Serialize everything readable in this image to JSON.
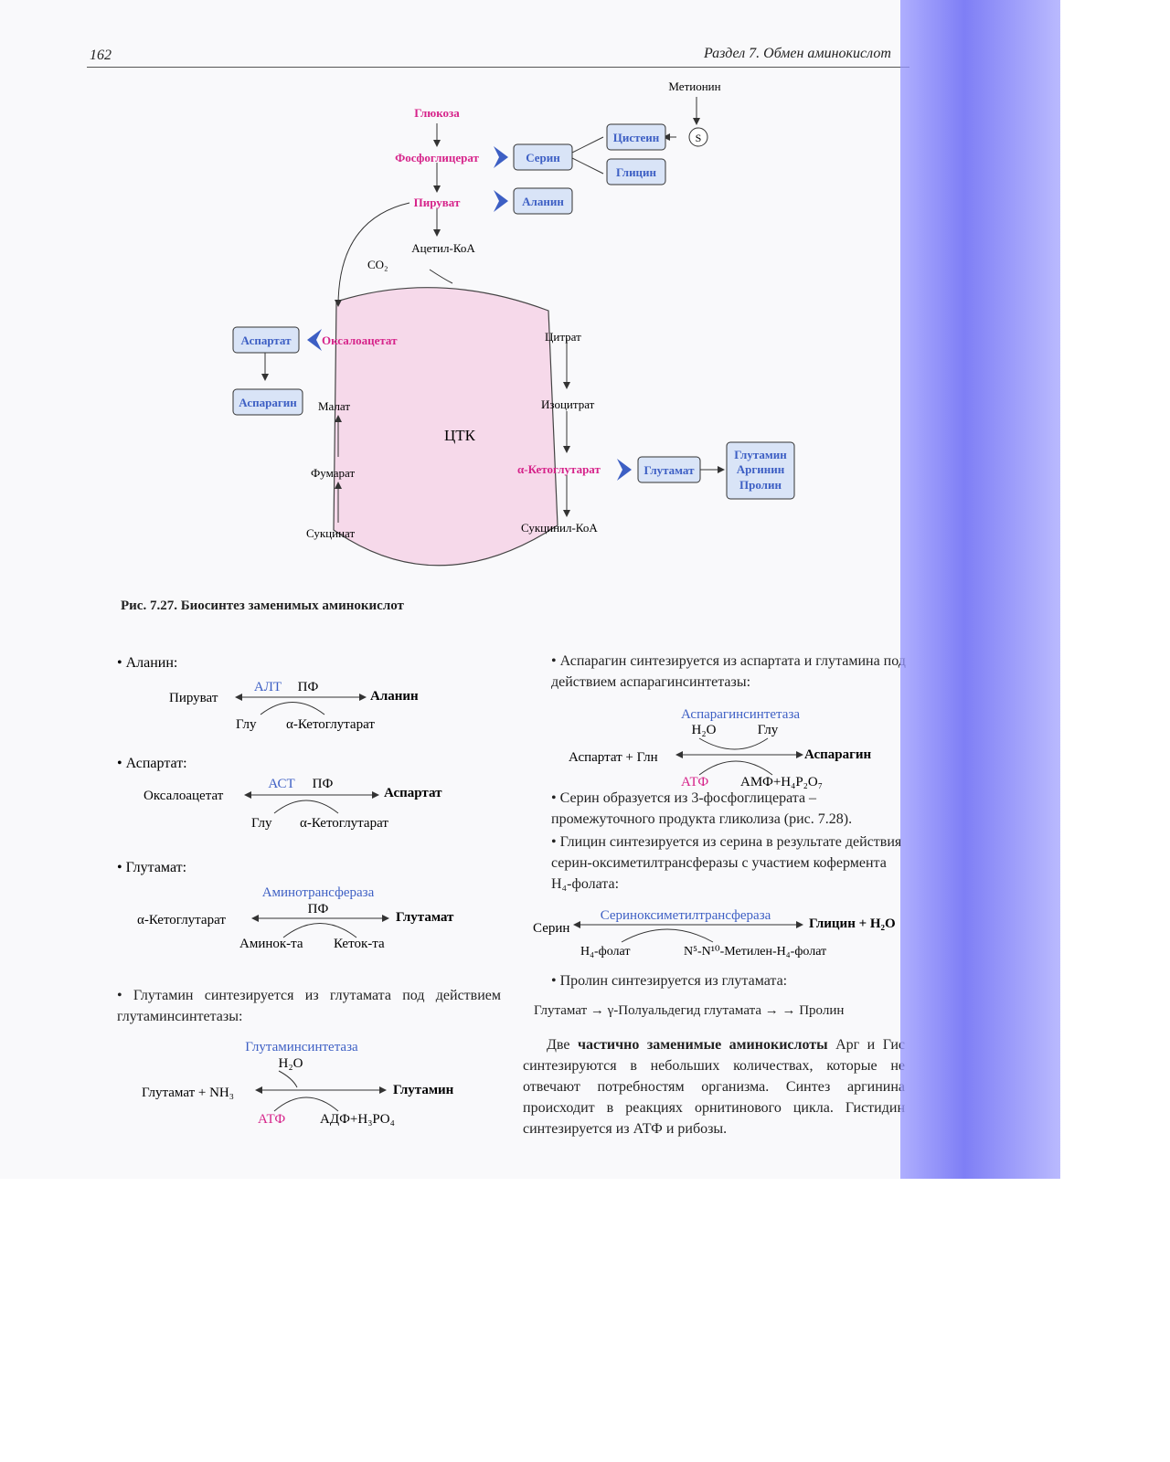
{
  "header": {
    "page_number": "162",
    "section": "Раздел 7. Обмен аминокислот"
  },
  "diagram": {
    "glucose": "Глюкоза",
    "phosphoglycerate": "Фосфоглицерат",
    "pyruvate": "Пируват",
    "acetyl_coa": "Ацетил-КоА",
    "co2": "CO₂",
    "serine": "Серин",
    "cysteine": "Цистеин",
    "glycine": "Глицин",
    "methionine": "Метионин",
    "s": "S",
    "alanine": "Аланин",
    "aspartate": "Аспартат",
    "oxaloacetate": "Оксалоацетат",
    "asparagine": "Аспарагин",
    "malate": "Малат",
    "fumarate": "Фумарат",
    "succinate": "Сукцинат",
    "citrate": "Цитрат",
    "isocitrate": "Изоцитрат",
    "a_ketoglutarate": "α-Кетоглутарат",
    "glutamate": "Глутамат",
    "gln_arg_pro": [
      "Глутамин",
      "Аргинин",
      "Пролин"
    ],
    "succinyl_coa": "Сукцинил-КоА",
    "tca": "ЦТК"
  },
  "caption": "Рис. 7.27. Биосинтез заменимых аминокислот",
  "left": {
    "alanine": {
      "head": "• Аланин:",
      "enzyme": "АЛТ",
      "cof": "ПФ",
      "sub": "Пируват",
      "prod": "Аланин",
      "in": "Глу",
      "out": "α-Кетоглутарат"
    },
    "aspartate": {
      "head": "• Аспартат:",
      "enzyme": "АСТ",
      "cof": "ПФ",
      "sub": "Оксалоацетат",
      "prod": "Аспартат",
      "in": "Глу",
      "out": "α-Кетоглутарат"
    },
    "glutamate": {
      "head": "• Глутамат:",
      "enzyme": "Аминотрансфераза",
      "cof": "ПФ",
      "sub": "α-Кетоглутарат",
      "prod": "Глутамат",
      "in": "Аминок-та",
      "out": "Кеток-та"
    },
    "glutamine": {
      "text": "• Глутамин синтезируется из глутамата под действием глутаминсинтетазы:",
      "enzyme": "Глутаминсинтетаза",
      "h2o": "H₂O",
      "sub": "Глутамат + NH₃",
      "prod": "Глутамин",
      "atp": "АТФ",
      "out": "АДФ+H₃PO₄"
    }
  },
  "right": {
    "asparagine": {
      "text": "• Аспарагин синтезируется из аспартата и глутамина под действием аспарагинсинтетазы:",
      "enzyme": "Аспарагинсинтетаза",
      "h2o": "H₂O",
      "gln": "Глу",
      "sub": "Аспартат + Глн",
      "prod": "Аспарагин",
      "atp": "АТФ",
      "out": "АМФ+H₄P₂O₇"
    },
    "serine_text": "• Серин образуется из 3-фосфоглицерата – промежуточного продукта гликолиза (рис. 7.28).",
    "glycine_text": "• Глицин синтезируется из серина в результате действия серин-оксиметилтрансферазы с участием кофермента H₄-фолата:",
    "glycine": {
      "enzyme": "Сериноксиметилтрансфераза",
      "sub": "Серин",
      "prod": "Глицин + H₂O",
      "in": "H₄-фолат",
      "out": "N⁵-N¹⁰-Метилен-H₄-фолат"
    },
    "proline_text": "• Пролин синтезируется из глутамата:",
    "proline_eq": "Глутамат → γ-Полуальдегид глутамата → → Пролин",
    "final_pre": "Две ",
    "final_bold": "частично заменимые аминокислоты",
    "final_post": " Арг и Гис синтезируются в небольших количествах, которые не отвечают потребностям организма. Синтез аргинина происходит в реакциях орнитинового цикла. Гистидин синтезируется из АТФ и рибозы."
  },
  "colors": {
    "accent_blue": "#3d5fc4",
    "accent_magenta": "#d6238a",
    "box_fill": "#d9e4f7",
    "tca_fill": "#f6d9ea"
  }
}
